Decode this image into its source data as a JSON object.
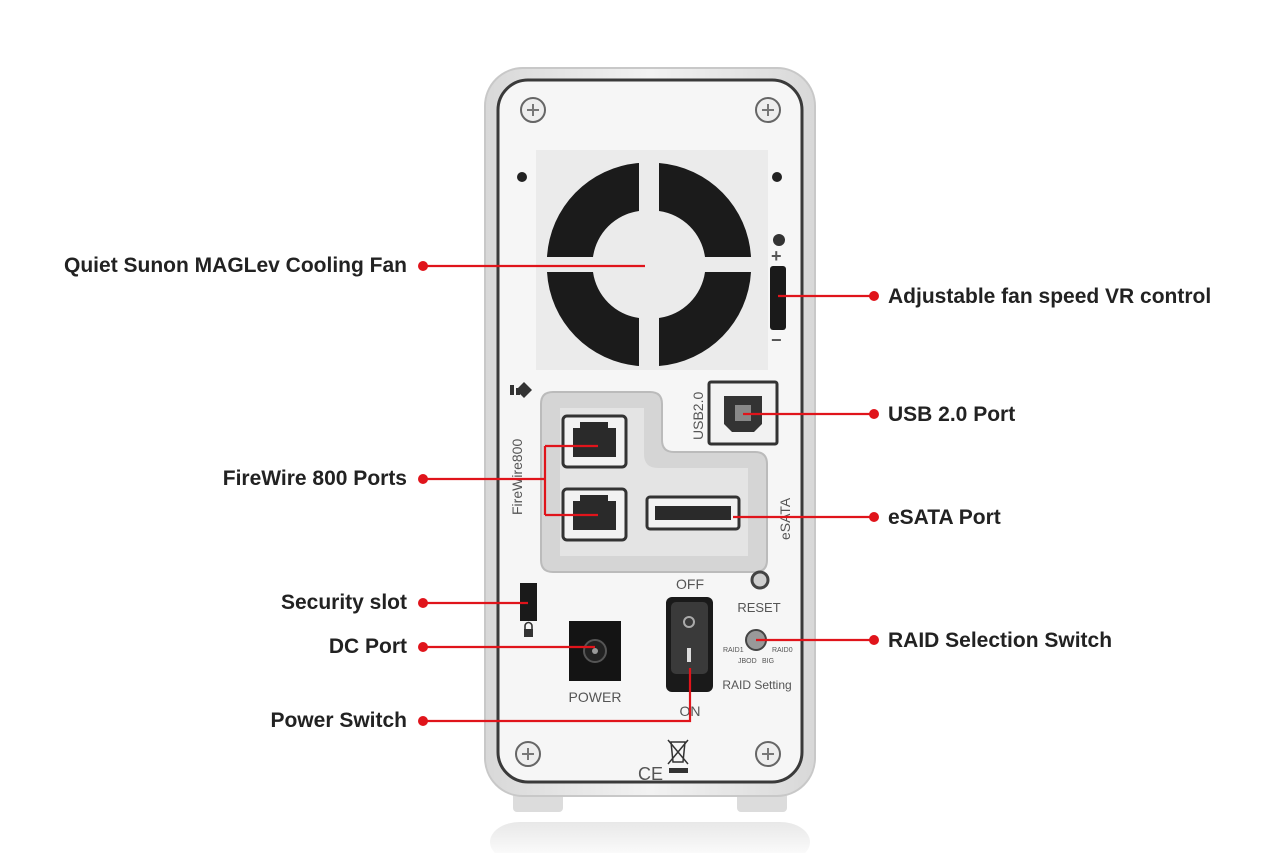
{
  "colors": {
    "callout_line": "#e0141b",
    "label_text": "#222222",
    "enclosure": "#e6e6e6",
    "panel": "#f4f4f4",
    "fan": "#1b1b1b"
  },
  "callouts": {
    "fan": "Quiet Sunon MAGLev Cooling Fan",
    "fan_speed": "Adjustable fan speed VR control",
    "usb": "USB 2.0 Port",
    "firewire": "FireWire 800 Ports",
    "esata": "eSATA Port",
    "security": "Security slot",
    "dc": "DC Port",
    "raid": "RAID Selection Switch",
    "power": "Power Switch"
  },
  "panel_labels": {
    "usb": "USB2.0",
    "firewire": "FireWire800",
    "esata": "eSATA",
    "off": "OFF",
    "on": "ON",
    "reset": "RESET",
    "power": "POWER",
    "raid_setting": "RAID Setting",
    "raid1": "RAID1",
    "raid0": "RAID0",
    "jbod": "JBOD",
    "big": "BIG",
    "ce": "CE",
    "fan_plus": "+",
    "fan_minus": "−"
  }
}
